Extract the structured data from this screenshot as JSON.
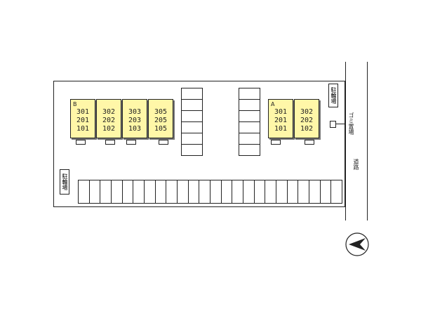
{
  "buildings": [
    {
      "letter": "B",
      "units": [
        {
          "floors": [
            "301",
            "201",
            "101"
          ]
        },
        {
          "floors": [
            "302",
            "202",
            "102"
          ]
        },
        {
          "floors": [
            "303",
            "203",
            "103"
          ]
        },
        {
          "floors": [
            "305",
            "205",
            "105"
          ]
        }
      ]
    },
    {
      "letter": "A",
      "units": [
        {
          "floors": [
            "301",
            "201",
            "101"
          ]
        },
        {
          "floors": [
            "302",
            "202",
            "102"
          ]
        }
      ]
    }
  ],
  "labels": {
    "bike_parking_top": "駐輪場",
    "bike_parking_left": "駐輪場",
    "garbage": "ゴミ置場",
    "road": "道路"
  },
  "colors": {
    "unit_fill": "#fff7a8",
    "line": "#222222"
  },
  "icons": {
    "north": "north-compass-icon"
  }
}
